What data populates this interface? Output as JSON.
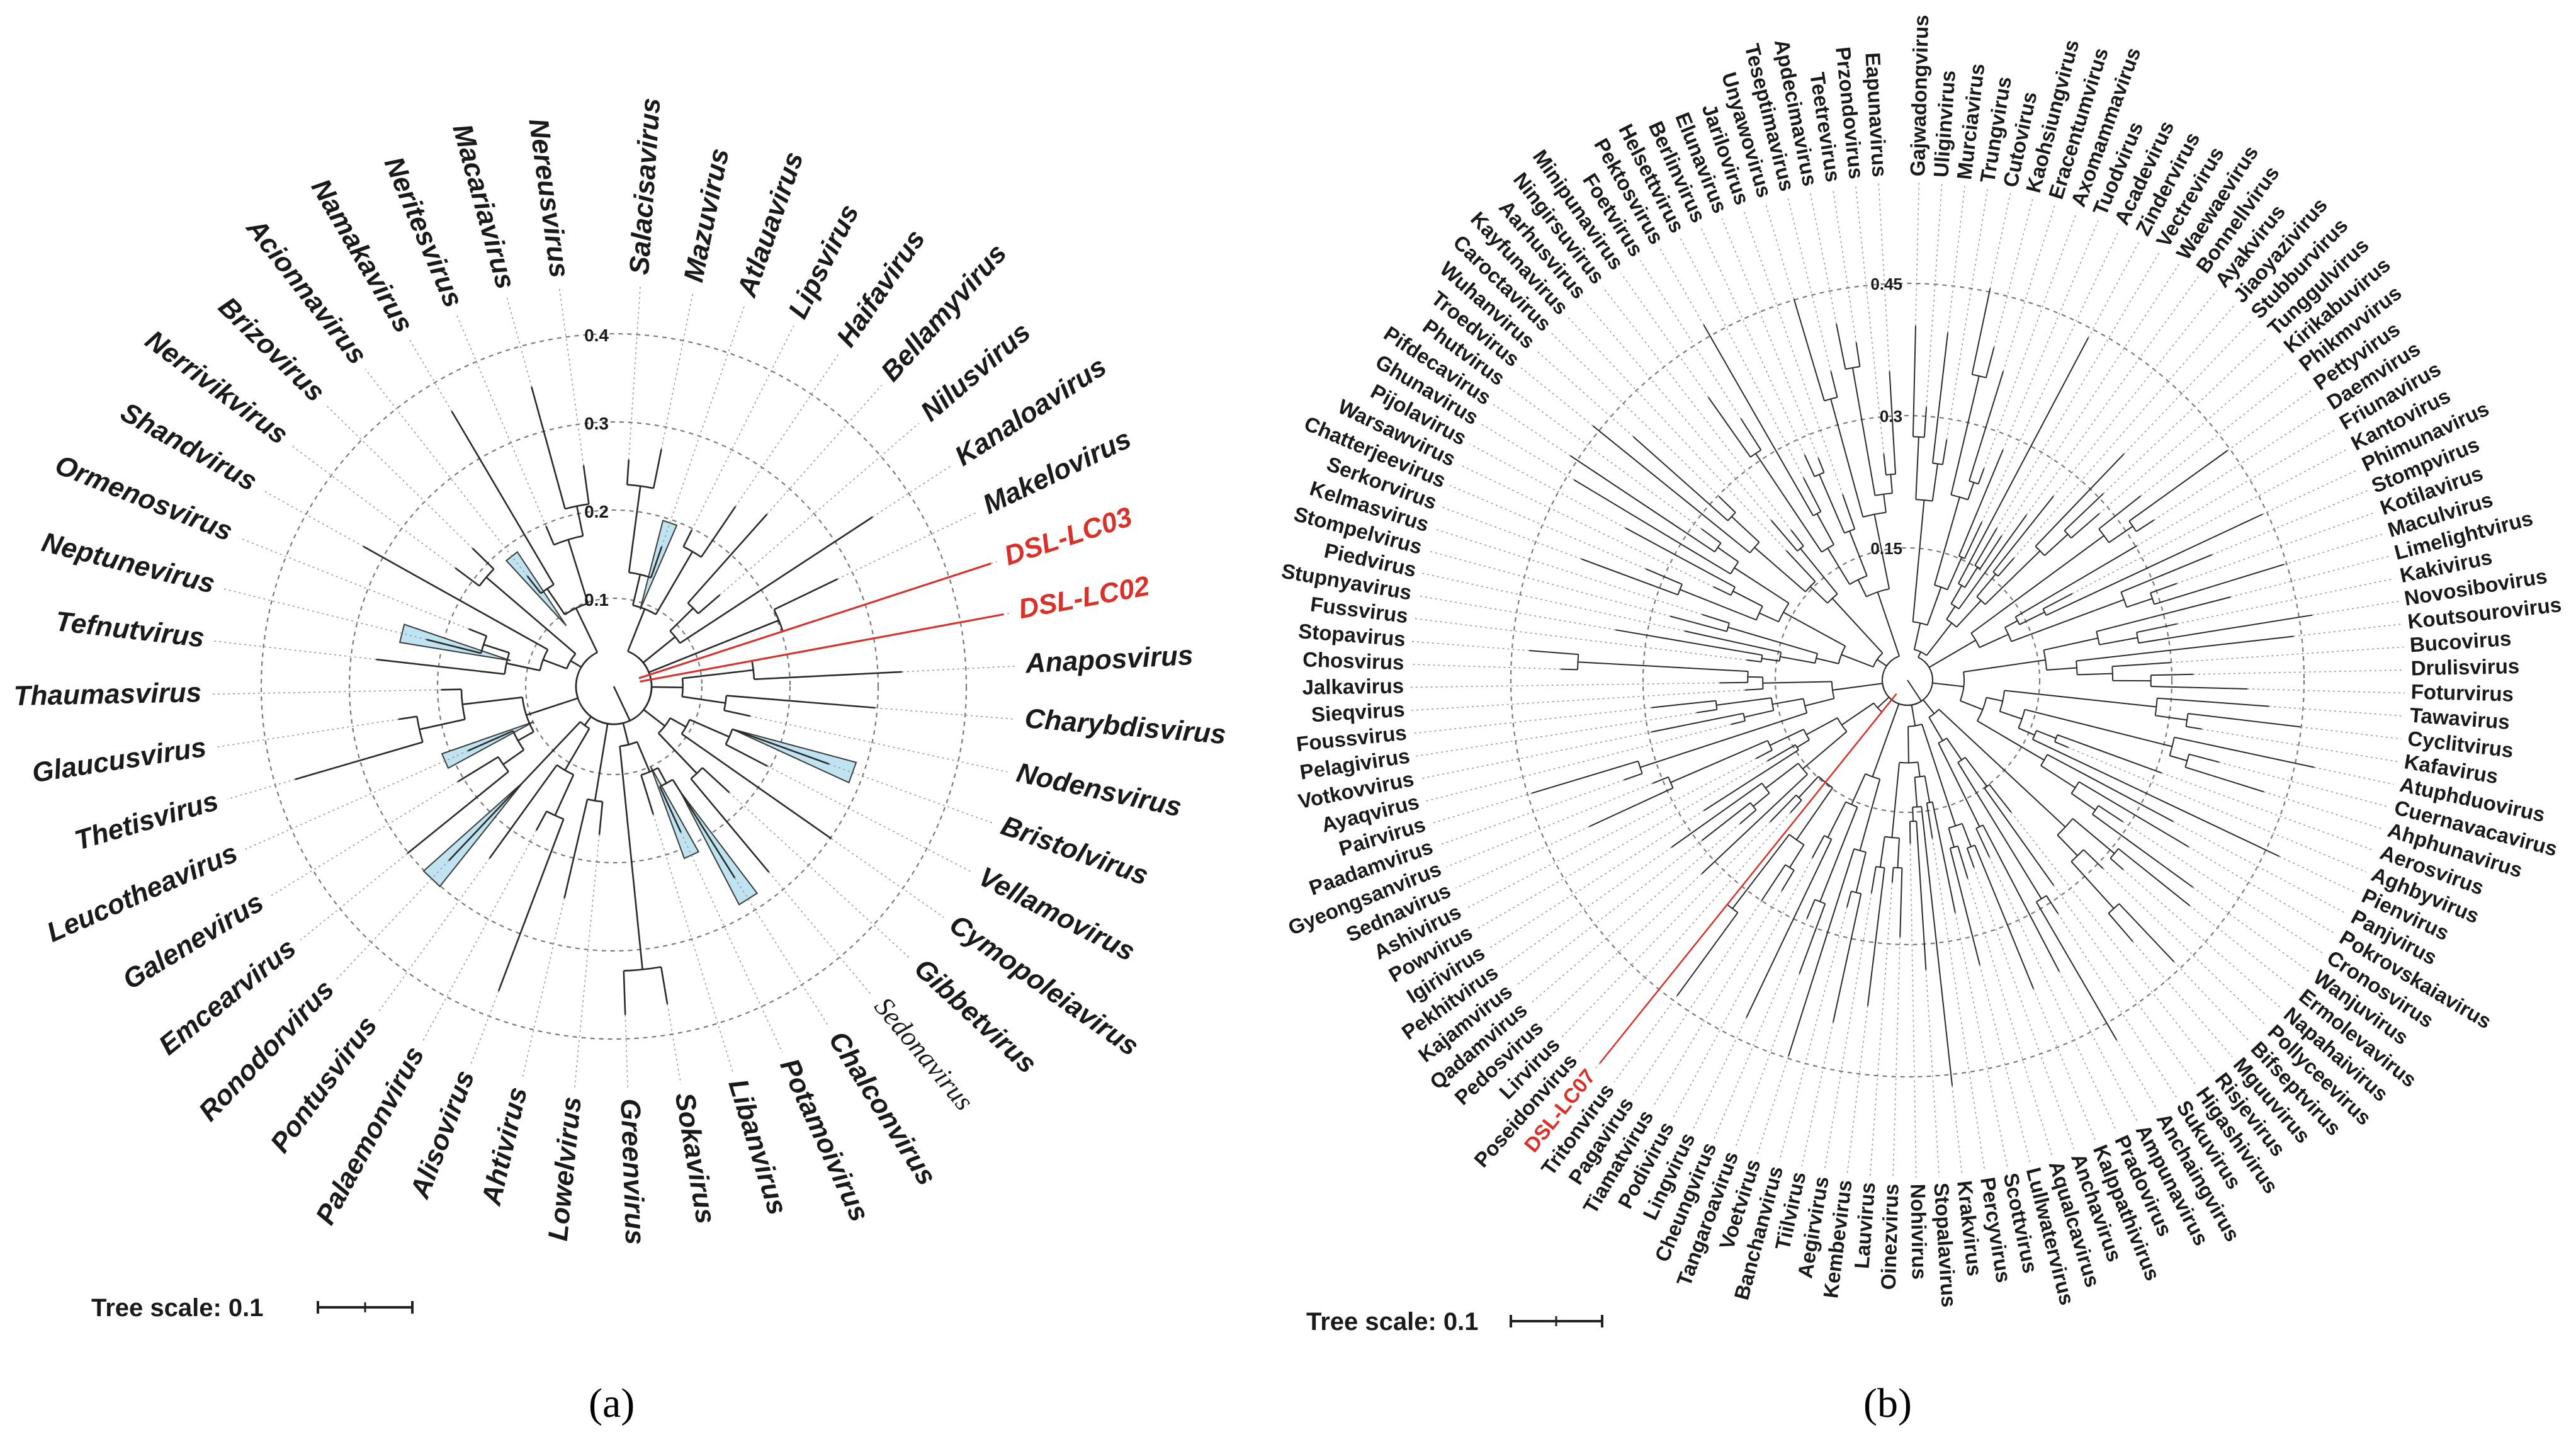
{
  "colors": {
    "branch": "#2a2a2a",
    "highlight": "#d9302a",
    "clade_fill": "#bfe3f0",
    "clade_stroke": "#3a3a3a",
    "ring": "#7a7a7a"
  },
  "panel_a": {
    "panel_label": "(a)",
    "scale_label": "Tree scale: 0.1",
    "ring_labels": [
      "0.1",
      "0.2",
      "0.3",
      "0.4"
    ],
    "leaves": [
      {
        "name": "Salacisavirus",
        "bold": true
      },
      {
        "name": "Mazuvirus",
        "bold": true
      },
      {
        "name": "Atlauavirus",
        "bold": true,
        "clade": true
      },
      {
        "name": "Lipsvirus",
        "bold": true
      },
      {
        "name": "Haifavirus",
        "bold": true
      },
      {
        "name": "Bellamyvirus",
        "bold": true
      },
      {
        "name": "Nilusvirus",
        "bold": true
      },
      {
        "name": "Kanaloavirus",
        "bold": true
      },
      {
        "name": "Makelovirus",
        "bold": true
      },
      {
        "name": "DSL-LC03",
        "bold": true,
        "highlight": true
      },
      {
        "name": "DSL-LC02",
        "bold": true,
        "highlight": true
      },
      {
        "name": "Anaposvirus",
        "bold": true
      },
      {
        "name": "Charybdisvirus",
        "bold": true
      },
      {
        "name": "Nodensvirus",
        "bold": true
      },
      {
        "name": "Bristolvirus",
        "bold": true,
        "clade": true
      },
      {
        "name": "Vellamovirus",
        "bold": true
      },
      {
        "name": "Cymopoleiavirus",
        "bold": true
      },
      {
        "name": "Gibbetvirus",
        "bold": true
      },
      {
        "name": "Sedonavirus",
        "bold": false,
        "serif": true
      },
      {
        "name": "Chalconvirus",
        "bold": true,
        "clade": true
      },
      {
        "name": "Potamoivirus",
        "bold": true,
        "clade": true
      },
      {
        "name": "Libanvirus",
        "bold": true
      },
      {
        "name": "Sokavirus",
        "bold": true
      },
      {
        "name": "Greenvirus",
        "bold": true
      },
      {
        "name": "Lowelvirus",
        "bold": true
      },
      {
        "name": "Ahtivirus",
        "bold": true
      },
      {
        "name": "Alisovirus",
        "bold": true
      },
      {
        "name": "Palaemonvirus",
        "bold": true
      },
      {
        "name": "Pontusvirus",
        "bold": true
      },
      {
        "name": "Ronodorvirus",
        "bold": true,
        "clade": true
      },
      {
        "name": "Emcearvirus",
        "bold": true
      },
      {
        "name": "Galenevirus",
        "bold": true
      },
      {
        "name": "Leucotheavirus",
        "bold": true,
        "clade": true
      },
      {
        "name": "Thetisvirus",
        "bold": true
      },
      {
        "name": "Glaucusvirus",
        "bold": true
      },
      {
        "name": "Thaumasvirus",
        "bold": true
      },
      {
        "name": "Tefnutvirus",
        "bold": true
      },
      {
        "name": "Neptunevirus",
        "bold": true,
        "clade": true
      },
      {
        "name": "Ormenosvirus",
        "bold": true
      },
      {
        "name": "Shandvirus",
        "bold": true
      },
      {
        "name": "Nerrivikvirus",
        "bold": true
      },
      {
        "name": "Brizovirus",
        "bold": true
      },
      {
        "name": "Acionnavirus",
        "bold": true,
        "clade": true
      },
      {
        "name": "Namakavirus",
        "bold": true
      },
      {
        "name": "Neritesvirus",
        "bold": true
      },
      {
        "name": "Macariavirus",
        "bold": true
      },
      {
        "name": "Nereusvirus",
        "bold": true
      }
    ]
  },
  "panel_b": {
    "panel_label": "(b)",
    "scale_label": "Tree scale: 0.1",
    "ring_labels": [
      "0.15",
      "0.3",
      "0.45"
    ],
    "leaves": [
      {
        "name": "Gajwadongvirus"
      },
      {
        "name": "Uliginvirus"
      },
      {
        "name": "Murciavirus"
      },
      {
        "name": "Trungvirus"
      },
      {
        "name": "Cutovirus"
      },
      {
        "name": "Kaohsiungvirus"
      },
      {
        "name": "Eracentumvirus"
      },
      {
        "name": "Axomammavirus"
      },
      {
        "name": "Tuodvirus"
      },
      {
        "name": "Acadevirus"
      },
      {
        "name": "Zindervirus"
      },
      {
        "name": "Vectrevirus"
      },
      {
        "name": "Waewaevirus"
      },
      {
        "name": "Bonnellvirus"
      },
      {
        "name": "Ayakvirus"
      },
      {
        "name": "Jiaoyazivirus"
      },
      {
        "name": "Stubburvirus"
      },
      {
        "name": "Tunggulvirus"
      },
      {
        "name": "Kirikabuvirus"
      },
      {
        "name": "Phikmvvirus"
      },
      {
        "name": "Pettyvirus"
      },
      {
        "name": "Daemvirus"
      },
      {
        "name": "Friunavirus"
      },
      {
        "name": "Kantovirus"
      },
      {
        "name": "Phimunavirus"
      },
      {
        "name": "Stompvirus"
      },
      {
        "name": "Kotilavirus"
      },
      {
        "name": "Maculvirus"
      },
      {
        "name": "Limelightvirus"
      },
      {
        "name": "Kakivirus"
      },
      {
        "name": "Novosibovirus"
      },
      {
        "name": "Koutsourovirus"
      },
      {
        "name": "Bucovirus"
      },
      {
        "name": "Drulisvirus"
      },
      {
        "name": "Foturvirus"
      },
      {
        "name": "Tawavirus"
      },
      {
        "name": "Cyclitvirus"
      },
      {
        "name": "Kafavirus"
      },
      {
        "name": "Atuphduovirus"
      },
      {
        "name": "Cuernavacavirus"
      },
      {
        "name": "Ahphunavirus"
      },
      {
        "name": "Aerosvirus"
      },
      {
        "name": "Aghbyvirus"
      },
      {
        "name": "Pienvirus"
      },
      {
        "name": "Panjvirus"
      },
      {
        "name": "Pokrovskaiavirus"
      },
      {
        "name": "Cronosvirus"
      },
      {
        "name": "Wanjuvirus"
      },
      {
        "name": "Ermolevavirus"
      },
      {
        "name": "Napahaivirus"
      },
      {
        "name": "Pollyceevirus"
      },
      {
        "name": "Bifseptvirus"
      },
      {
        "name": "Mguuvirus"
      },
      {
        "name": "Risjevirus"
      },
      {
        "name": "Higashivirus"
      },
      {
        "name": "Sukuvirus"
      },
      {
        "name": "Anchaingvirus"
      },
      {
        "name": "Ampunavirus"
      },
      {
        "name": "Pradovirus"
      },
      {
        "name": "Kalppathivirus"
      },
      {
        "name": "Anchavirus"
      },
      {
        "name": "Aqualcavirus"
      },
      {
        "name": "Lullwatervirus"
      },
      {
        "name": "Scottvirus"
      },
      {
        "name": "Percyvirus"
      },
      {
        "name": "Krakvirus"
      },
      {
        "name": "Stopalavirus"
      },
      {
        "name": "Nohivirus"
      },
      {
        "name": "Oinezvirus"
      },
      {
        "name": "Lauvirus"
      },
      {
        "name": "Kembevirus"
      },
      {
        "name": "Aegirvirus"
      },
      {
        "name": "Tiilvirus"
      },
      {
        "name": "Banchanvirus"
      },
      {
        "name": "Voetvirus"
      },
      {
        "name": "Tangaroavirus"
      },
      {
        "name": "Cheungvirus"
      },
      {
        "name": "Lingvirus"
      },
      {
        "name": "Podivirus"
      },
      {
        "name": "Tiamatvirus"
      },
      {
        "name": "Pagavirus"
      },
      {
        "name": "Tritonvirus"
      },
      {
        "name": "DSL-LC07",
        "highlight": true
      },
      {
        "name": "Poseidonvirus"
      },
      {
        "name": "Lirvirus"
      },
      {
        "name": "Pedosvirus"
      },
      {
        "name": "Qadamvirus"
      },
      {
        "name": "Kajamvirus"
      },
      {
        "name": "Pekhitvirus"
      },
      {
        "name": "Igirivirus"
      },
      {
        "name": "Powvirus"
      },
      {
        "name": "Ashivirus"
      },
      {
        "name": "Sednavirus"
      },
      {
        "name": "Gyeongsanvirus"
      },
      {
        "name": "Paadamvirus"
      },
      {
        "name": "Pairvirus"
      },
      {
        "name": "Ayaqvirus"
      },
      {
        "name": "Votkovvirus"
      },
      {
        "name": "Pelagivirus"
      },
      {
        "name": "Foussvirus"
      },
      {
        "name": "Sieqvirus"
      },
      {
        "name": "Jalkavirus"
      },
      {
        "name": "Chosvirus"
      },
      {
        "name": "Stopavirus"
      },
      {
        "name": "Fussvirus"
      },
      {
        "name": "Stupnyavirus"
      },
      {
        "name": "Piedvirus"
      },
      {
        "name": "Stompelvirus"
      },
      {
        "name": "Kelmasvirus"
      },
      {
        "name": "Serkorvirus"
      },
      {
        "name": "Chatterjeevirus"
      },
      {
        "name": "Warsawvirus"
      },
      {
        "name": "Pijolavirus"
      },
      {
        "name": "Ghunavirus"
      },
      {
        "name": "Pifdecavirus"
      },
      {
        "name": "Phutvirus"
      },
      {
        "name": "Troedvirus"
      },
      {
        "name": "Wuhanvirus"
      },
      {
        "name": "Caroctavirus"
      },
      {
        "name": "Kayfunavirus"
      },
      {
        "name": "Aarhusvirus"
      },
      {
        "name": "Ningirsuvirus"
      },
      {
        "name": "Minipunavirus"
      },
      {
        "name": "Foetvirus"
      },
      {
        "name": "Pektosvirus"
      },
      {
        "name": "Helsettvirus"
      },
      {
        "name": "Berlinvirus"
      },
      {
        "name": "Elunavirus"
      },
      {
        "name": "Jarilovirus"
      },
      {
        "name": "Unyawovirus"
      },
      {
        "name": "Teseptimavirus"
      },
      {
        "name": "Apdecimavirus"
      },
      {
        "name": "Teetrevirus"
      },
      {
        "name": "Przondovirus"
      },
      {
        "name": "Eapunavirus"
      }
    ]
  }
}
